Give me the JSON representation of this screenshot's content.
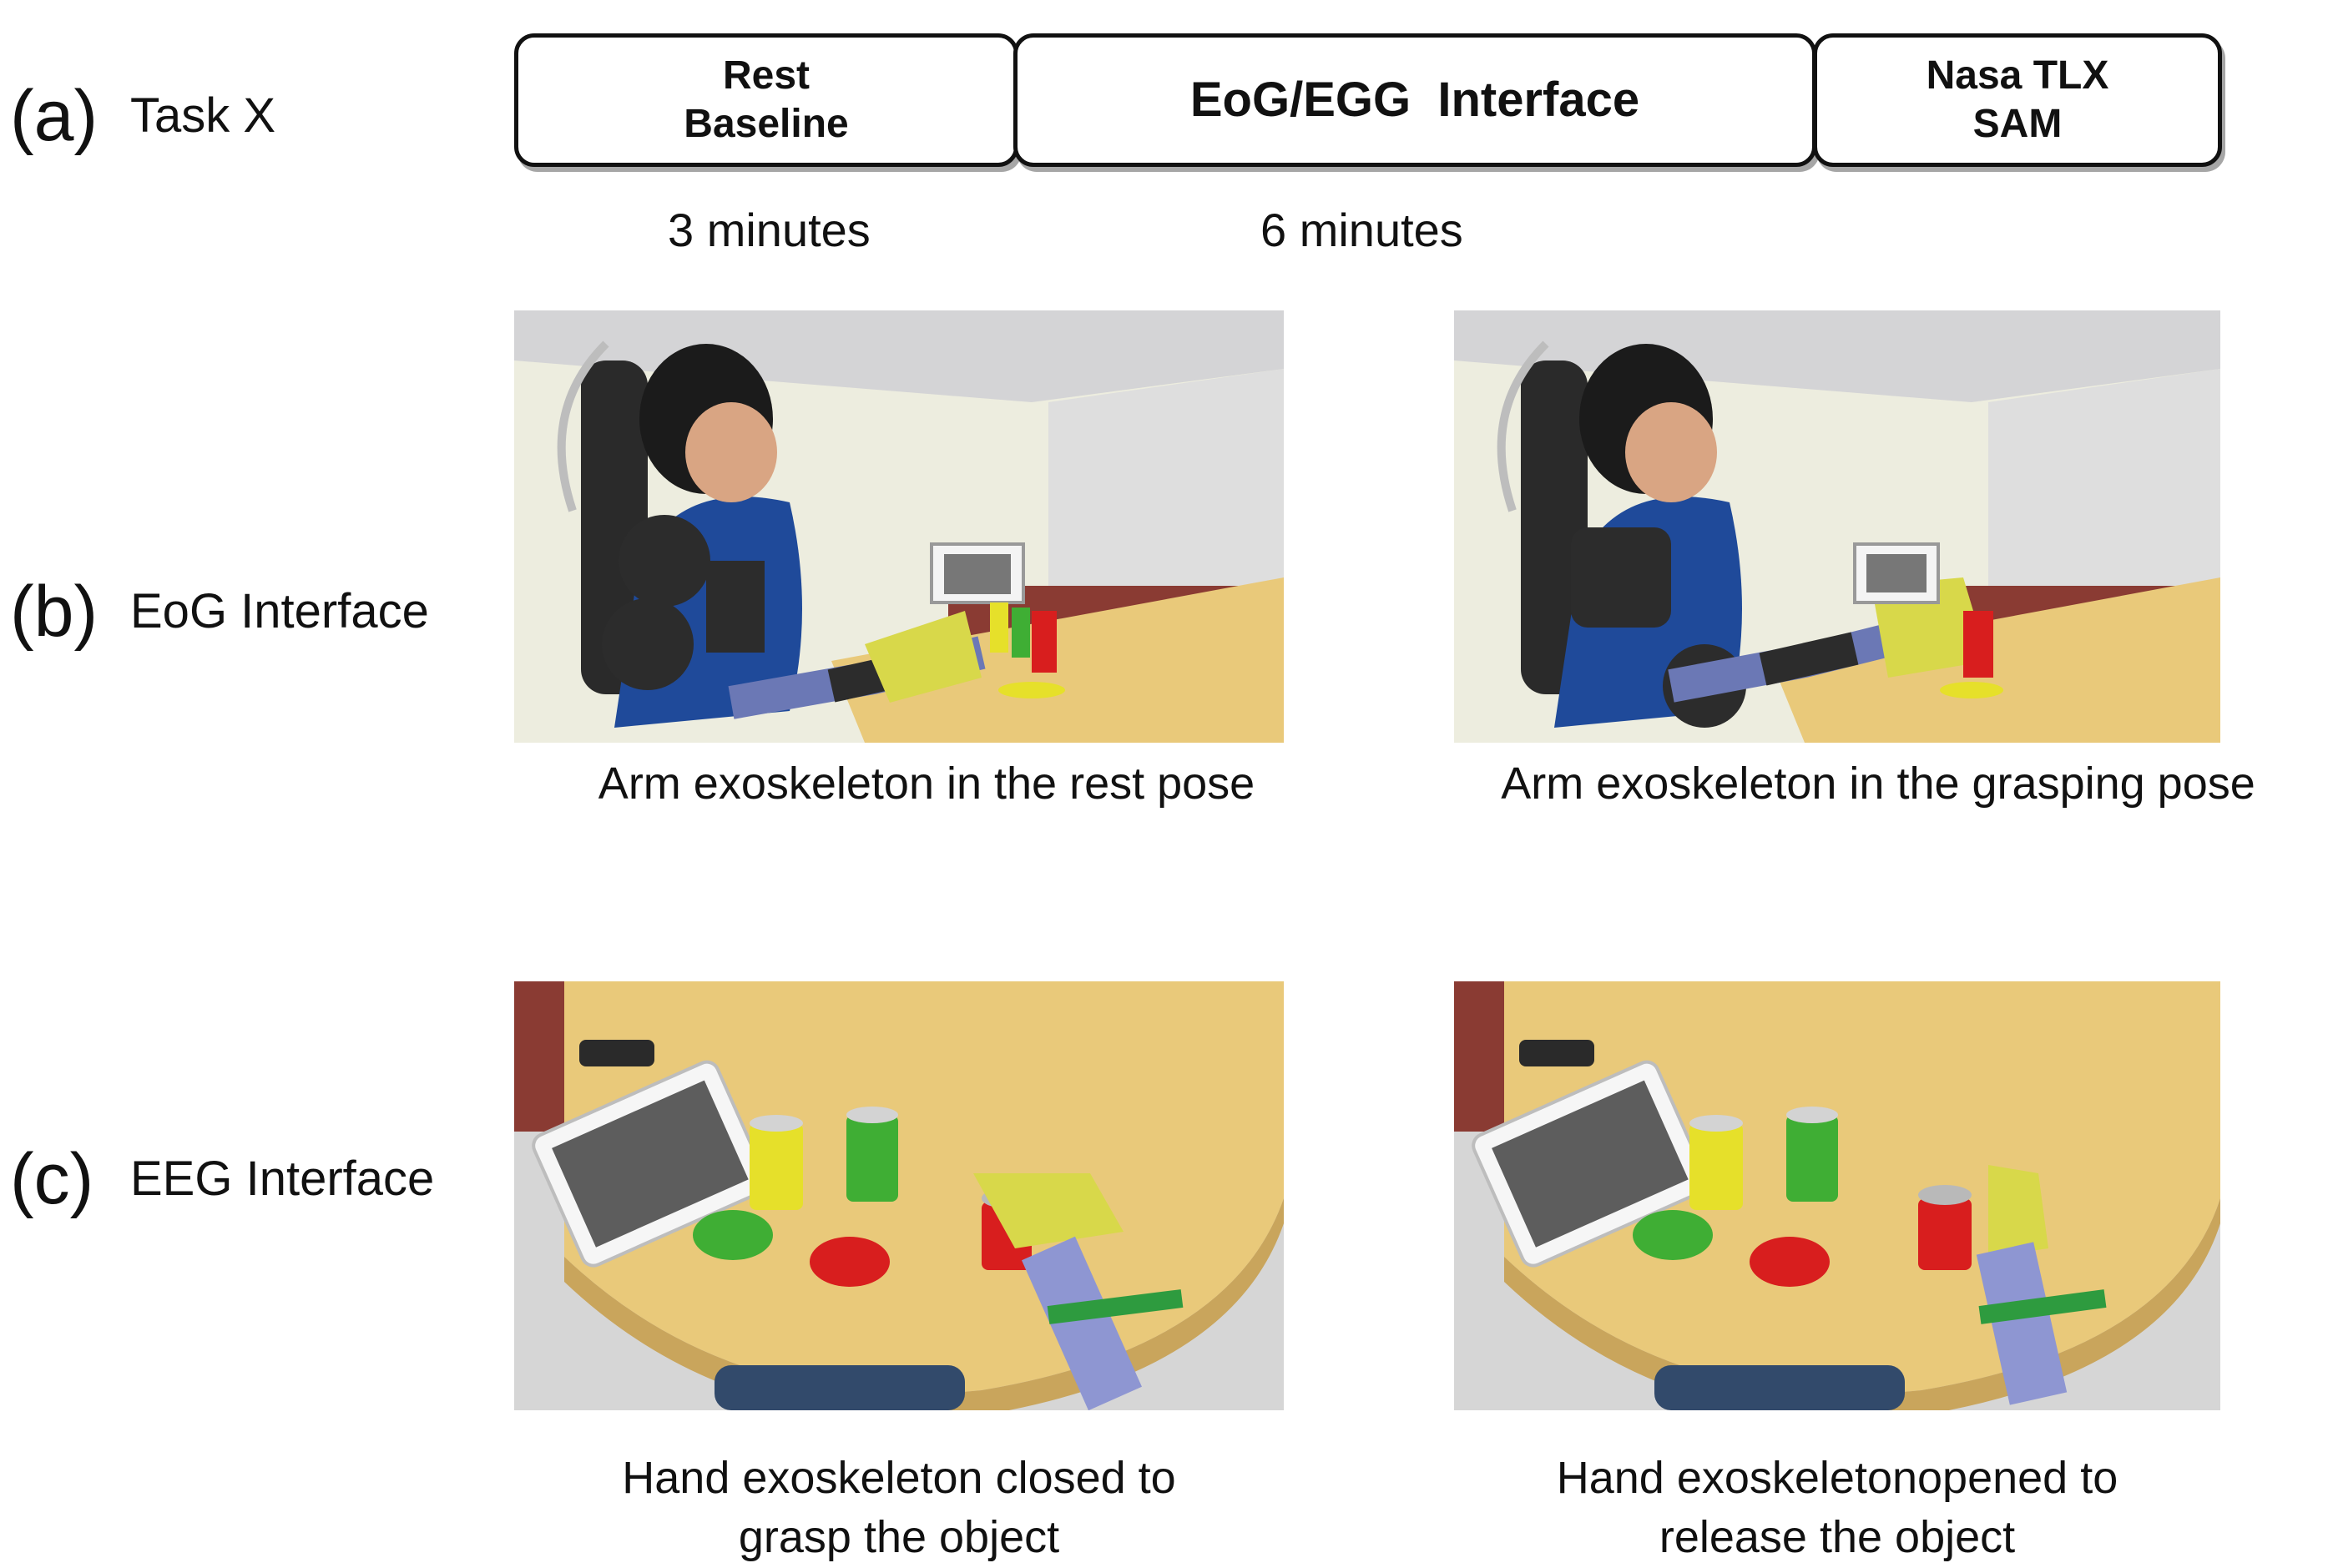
{
  "rows": {
    "a": {
      "letter": "(a)",
      "label": "Task X"
    },
    "b": {
      "letter": "(b)",
      "label": "EoG Interface"
    },
    "c": {
      "letter": "(c)",
      "label": "EEG Interface"
    }
  },
  "timeline": {
    "segments": [
      {
        "lines": [
          "Rest",
          "Baseline"
        ]
      },
      {
        "lines": [
          "EoG/EGG  Interface"
        ]
      },
      {
        "lines": [
          "Nasa TLX",
          "SAM"
        ]
      }
    ],
    "durations": [
      "3 minutes",
      "6 minutes"
    ]
  },
  "captions": {
    "b_left": "Arm exoskeleton in the rest pose",
    "b_right": "Arm exoskeleton in the grasping pose",
    "c_left": [
      "Hand exoskeleton closed to",
      "grasp the object"
    ],
    "c_right": [
      "Hand exoskeletonopened to",
      "release the object"
    ]
  },
  "colors": {
    "table": "#e9c97a",
    "wall": "#ededdf",
    "cabinet": "#8a3b33",
    "shirt": "#1f4a9a",
    "exo": "#2c2c2c",
    "glove": "#d8d84a",
    "can_red": "#d81e1e",
    "can_green": "#3fae34",
    "can_yellow": "#e6e02a"
  }
}
